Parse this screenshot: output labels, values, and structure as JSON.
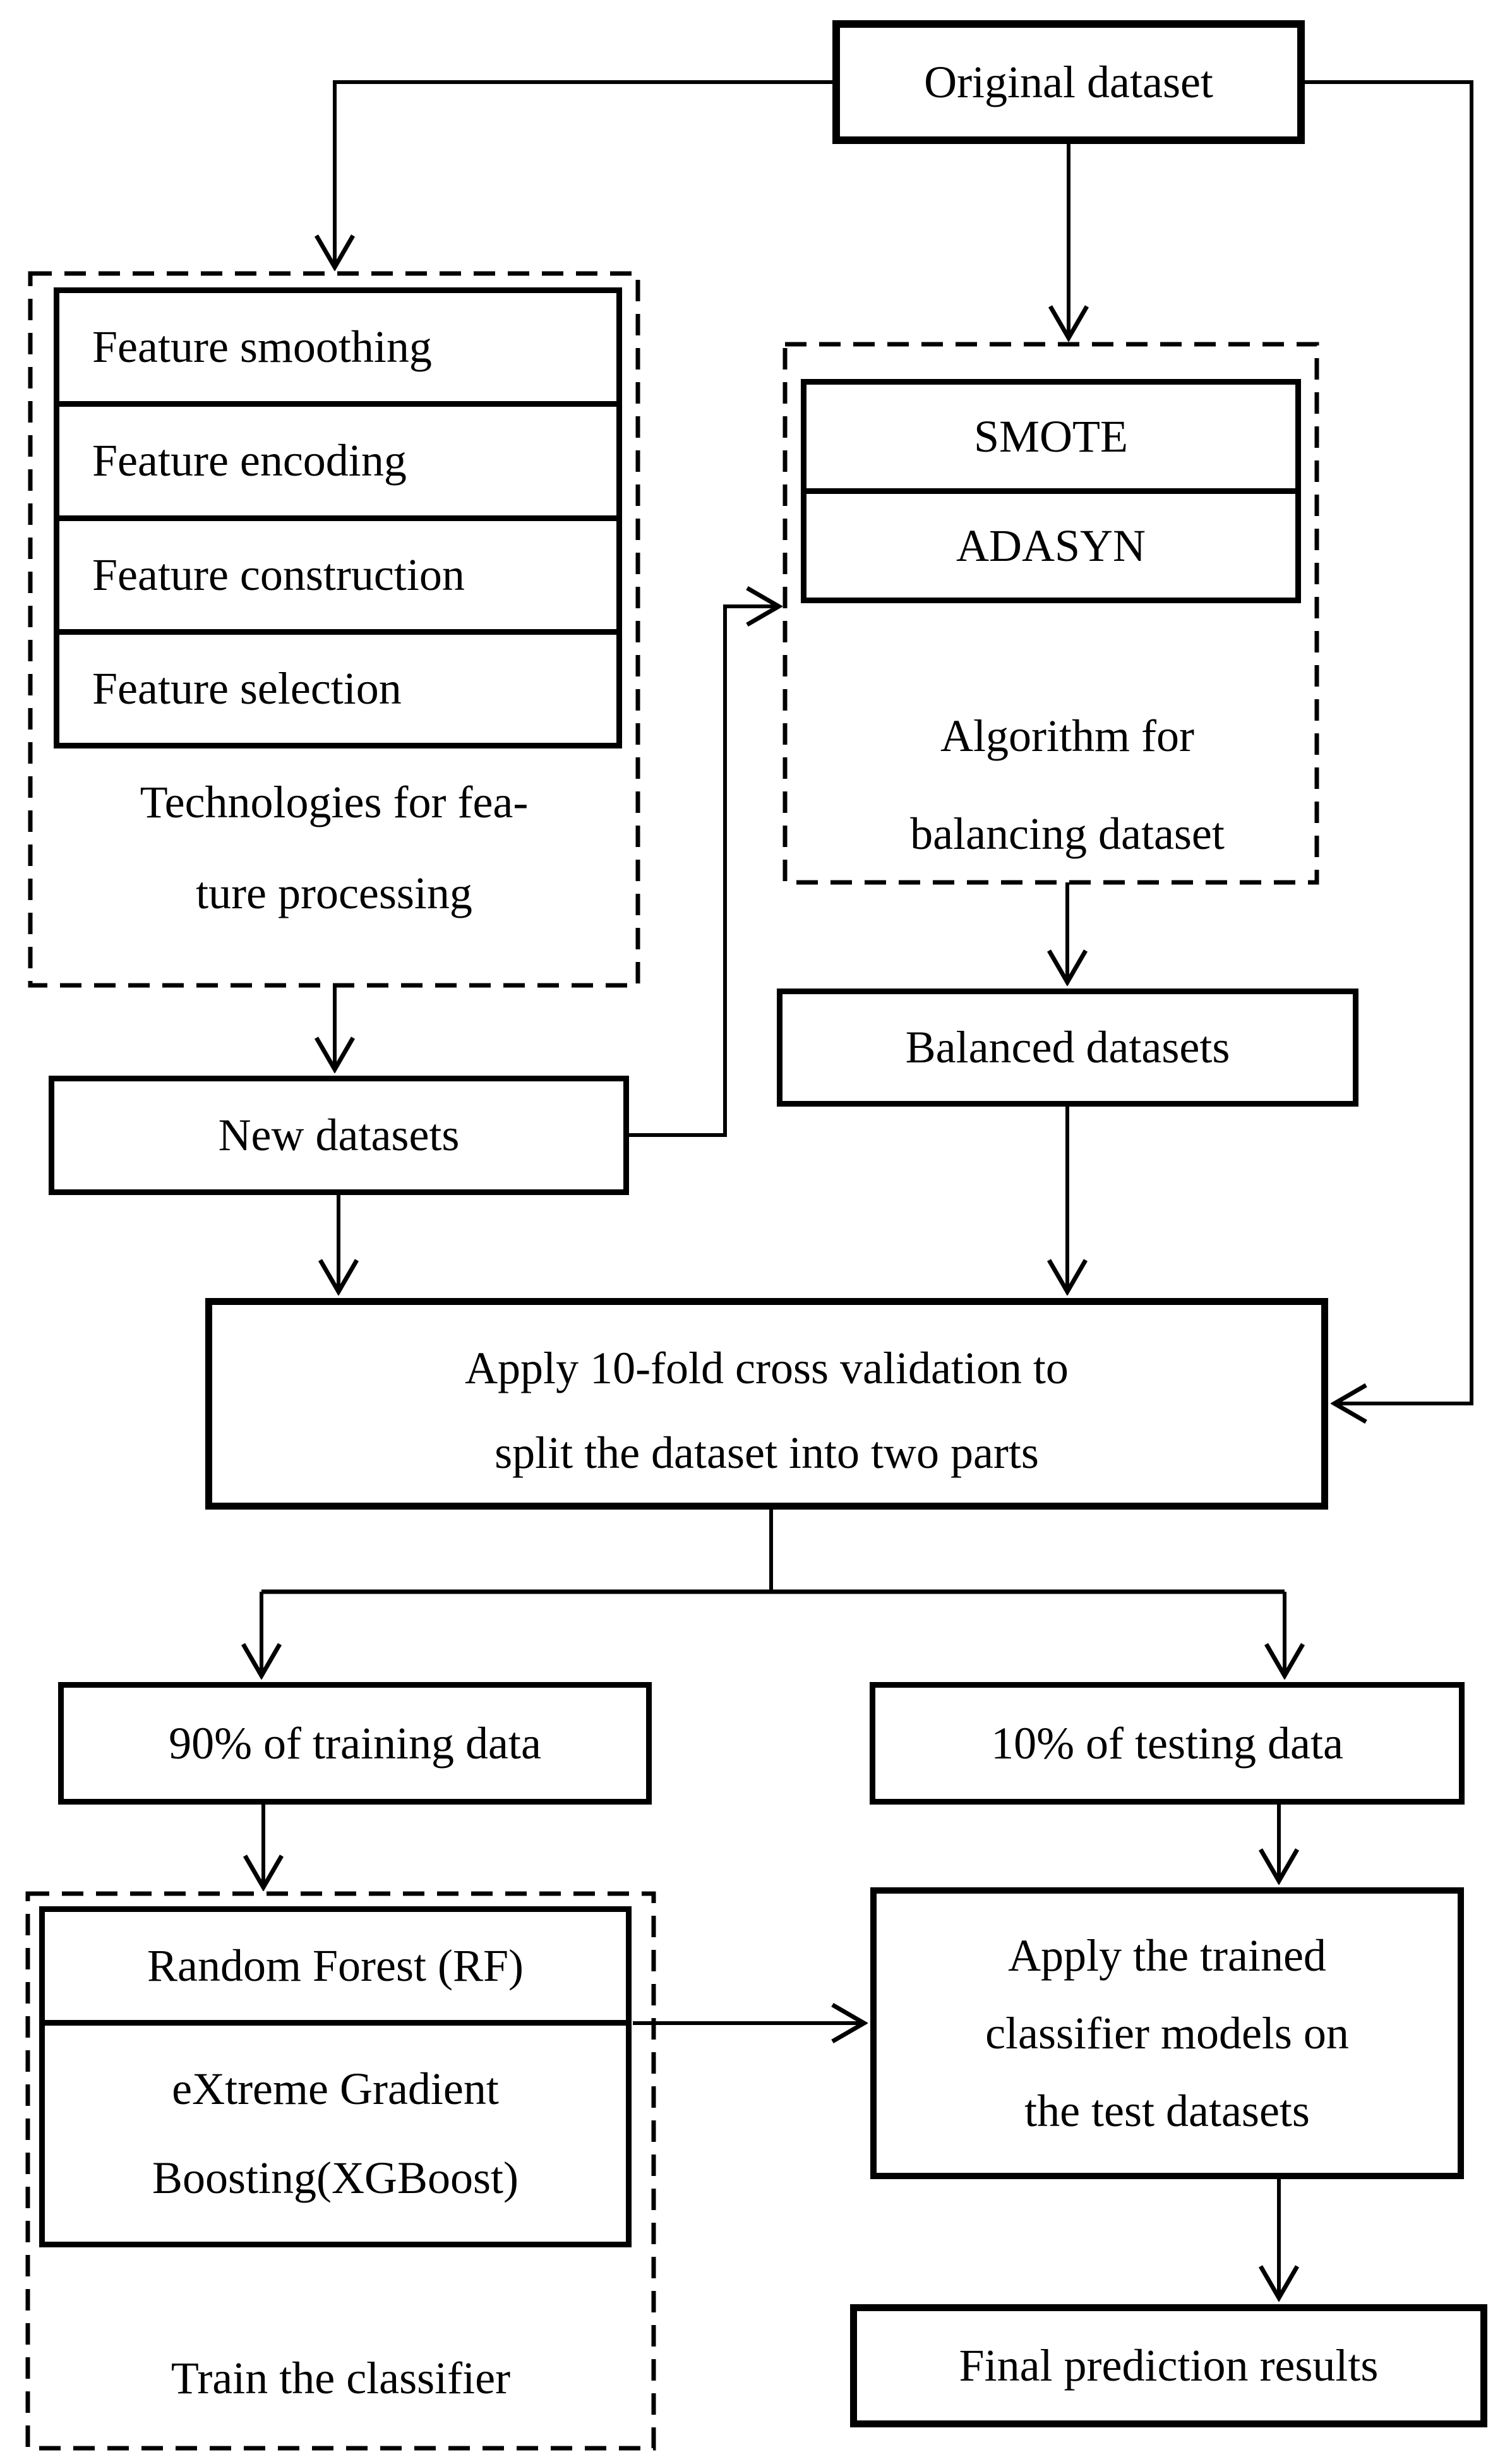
{
  "colors": {
    "ink": "#000000",
    "background": "#ffffff"
  },
  "flowchart": {
    "original_dataset": {
      "label": "Original dataset"
    },
    "feature_processing": {
      "items": [
        "Feature smoothing",
        "Feature encoding",
        "Feature construction",
        "Feature selection"
      ],
      "caption_line1": "Technologies for fea-",
      "caption_line2": "ture processing"
    },
    "balancing": {
      "items": [
        "SMOTE",
        "ADASYN"
      ],
      "caption_line1": "Algorithm for",
      "caption_line2": "balancing dataset"
    },
    "new_datasets": {
      "label": "New datasets"
    },
    "balanced_datasets": {
      "label": "Balanced datasets"
    },
    "cross_validation": {
      "line1": "Apply 10-fold cross validation to",
      "line2": "split the dataset into two parts"
    },
    "training_split": {
      "label": "90% of training data"
    },
    "testing_split": {
      "label": "10% of testing data"
    },
    "classifier_training": {
      "rf": "Random Forest (RF)",
      "xgb_line1": "eXtreme Gradient",
      "xgb_line2": "Boosting(XGBoost)",
      "caption": "Train the classifier"
    },
    "apply_models": {
      "line1": "Apply the trained",
      "line2": "classifier models on",
      "line3": "the test datasets"
    },
    "final_results": {
      "label": "Final prediction results"
    }
  }
}
